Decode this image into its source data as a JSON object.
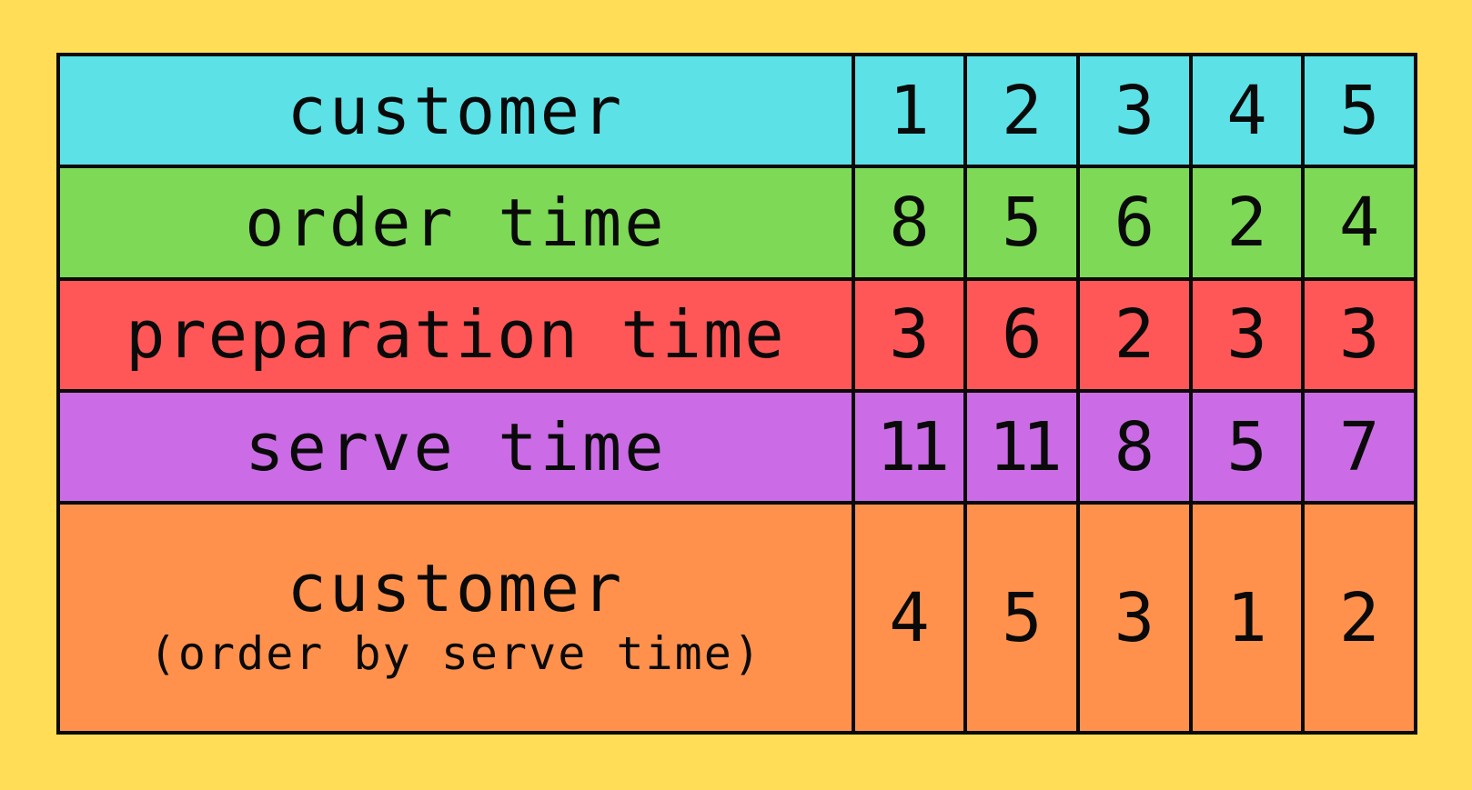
{
  "rows": [
    {
      "label": "customer",
      "values": [
        "1",
        "2",
        "3",
        "4",
        "5"
      ],
      "color": "#5ce1e6"
    },
    {
      "label": "order time",
      "values": [
        "8",
        "5",
        "6",
        "2",
        "4"
      ],
      "color": "#7ed957"
    },
    {
      "label": "preparation time",
      "values": [
        "3",
        "6",
        "2",
        "3",
        "3"
      ],
      "color": "#ff5757"
    },
    {
      "label": "serve time",
      "values": [
        "11",
        "11",
        "8",
        "5",
        "7"
      ],
      "color": "#cb6ce6"
    },
    {
      "label": "customer",
      "sublabel": "(order by serve time)",
      "values": [
        "4",
        "5",
        "3",
        "1",
        "2"
      ],
      "color": "#ff914d"
    }
  ],
  "colors": {
    "background": "#ffdd57",
    "border": "#0a0a0a"
  }
}
